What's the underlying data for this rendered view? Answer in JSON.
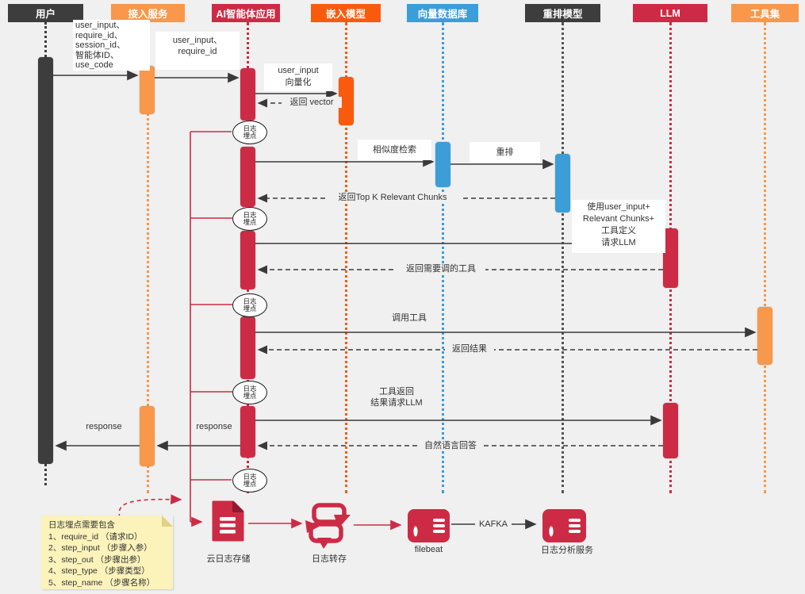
{
  "diagram_title": "AI agent application log tracing sequence diagram",
  "colors": {
    "background": "#f0f0f0",
    "dark": "#3d3d3d",
    "orange": "#f9974a",
    "crimson": "#cd2b45",
    "orange_red": "#fa5a0d",
    "blue": "#3b9ed9",
    "note_yellow": "#fcf3bb"
  },
  "actors": [
    {
      "label": "用户"
    },
    {
      "label": "接入服务"
    },
    {
      "label": "AI智能体应用"
    },
    {
      "label": "嵌入模型"
    },
    {
      "label": "向量数据库"
    },
    {
      "label": "重排模型"
    },
    {
      "label": "LLM"
    },
    {
      "label": "工具集"
    }
  ],
  "messages": {
    "m1": "user_input、\nrequire_id、\nsession_id、\n智能体ID、\nuse_code",
    "m2": "user_input、\nrequire_id",
    "m3": "user_input\n向量化",
    "m4": "返回 vector",
    "m5": "相似度检索",
    "m6": "重排",
    "m7": "返回Top K Relevant Chunks",
    "m8": "使用user_input+\nRelevant Chunks+\n工具定义\n请求LLM",
    "m9": "返回需要调的工具",
    "m10": "调用工具",
    "m11": "返回结果",
    "m12": "工具返回\n结果请求LLM",
    "m13": "自然语言回答",
    "m14": "response",
    "m15": "response"
  },
  "log_marker": "日志\n埋点",
  "sticky_note": {
    "title": "日志埋点需要包含",
    "items": [
      "1、require_id （请求ID）",
      "2、step_input （步骤入参）",
      "3、step_out （步骤出参）",
      "4、step_type （步骤类型）",
      "5、step_name （步骤名称）"
    ]
  },
  "pipeline": {
    "cloud_storage": "云日志存储",
    "transfer": "日志转存",
    "filebeat": "filebeat",
    "kafka_label": "KAFKA",
    "analysis": "日志分析服务"
  }
}
